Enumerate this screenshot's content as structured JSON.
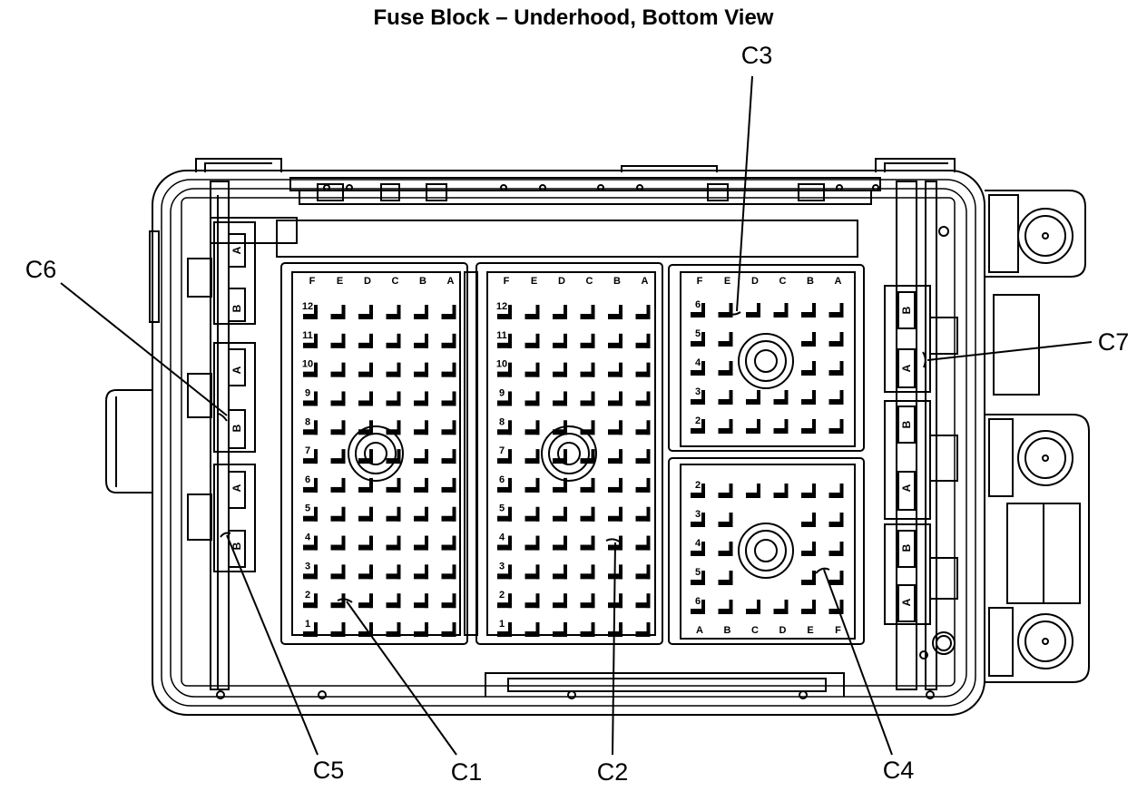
{
  "title": "Fuse Block – Underhood, Bottom View",
  "callouts": {
    "c1": "C1",
    "c2": "C2",
    "c3": "C3",
    "c4": "C4",
    "c5": "C5",
    "c6": "C6",
    "c7": "C7"
  },
  "connectors": {
    "c1": {
      "columns": [
        "F",
        "E",
        "D",
        "C",
        "B",
        "A"
      ],
      "rows": [
        "12",
        "11",
        "10",
        "9",
        "8",
        "7",
        "6",
        "5",
        "4",
        "3",
        "2",
        "1"
      ]
    },
    "c2": {
      "columns": [
        "F",
        "E",
        "D",
        "C",
        "B",
        "A"
      ],
      "rows": [
        "12",
        "11",
        "10",
        "9",
        "8",
        "7",
        "6",
        "5",
        "4",
        "3",
        "2",
        "1"
      ]
    },
    "c3": {
      "columns": [
        "F",
        "E",
        "D",
        "C",
        "B",
        "A"
      ],
      "rows": [
        "6",
        "5",
        "4",
        "3",
        "2"
      ]
    },
    "c4": {
      "columns": [
        "A",
        "B",
        "C",
        "D",
        "E",
        "F"
      ],
      "rows": [
        "2",
        "3",
        "4",
        "5",
        "6"
      ]
    }
  },
  "side_connector_labels": {
    "left_top": [
      "A",
      "B"
    ],
    "left_middle": [
      "A",
      "B"
    ],
    "left_bottom": [
      "A",
      "B"
    ],
    "right_top": [
      "B",
      "A"
    ],
    "right_middle": [
      "B",
      "A"
    ],
    "right_bottom": [
      "B",
      "A"
    ]
  }
}
